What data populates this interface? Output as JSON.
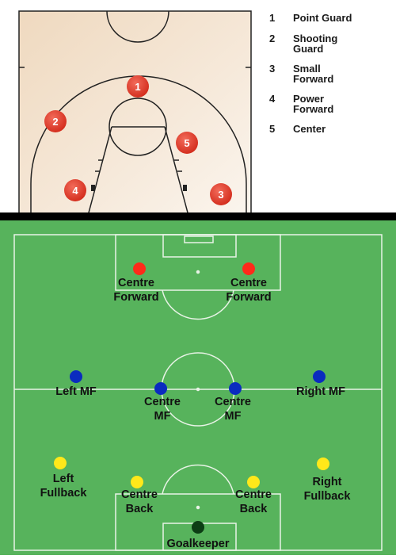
{
  "basketball": {
    "positions": [
      {
        "number": "1",
        "name": "Point Guard"
      },
      {
        "number": "2",
        "name": "Shooting Guard"
      },
      {
        "number": "3",
        "name": "Small Forward"
      },
      {
        "number": "4",
        "name": "Power Forward"
      },
      {
        "number": "5",
        "name": "Center"
      }
    ],
    "court_color": "#f2e1cc",
    "player_color": "#e23a2a"
  },
  "soccer": {
    "pitch_color": "#57b35c",
    "forwards": {
      "color": "#ff2a1a",
      "left": [
        "Centre",
        "Forward"
      ],
      "right": [
        "Centre",
        "Forward"
      ]
    },
    "midfield": {
      "color": "#0a2bbf",
      "left": "Left MF",
      "right": "Right MF",
      "centre_left": [
        "Centre",
        "MF"
      ],
      "centre_right": [
        "Centre",
        "MF"
      ]
    },
    "defence": {
      "color": "#ffe81a",
      "left_full": [
        "Left",
        "Fullback"
      ],
      "right_full": [
        "Right",
        "Fullback"
      ],
      "centre_left": [
        "Centre",
        "Back"
      ],
      "centre_right": [
        "Centre",
        "Back"
      ]
    },
    "goalkeeper": {
      "color": "#0c3d14",
      "label": "Goalkeeper"
    }
  }
}
